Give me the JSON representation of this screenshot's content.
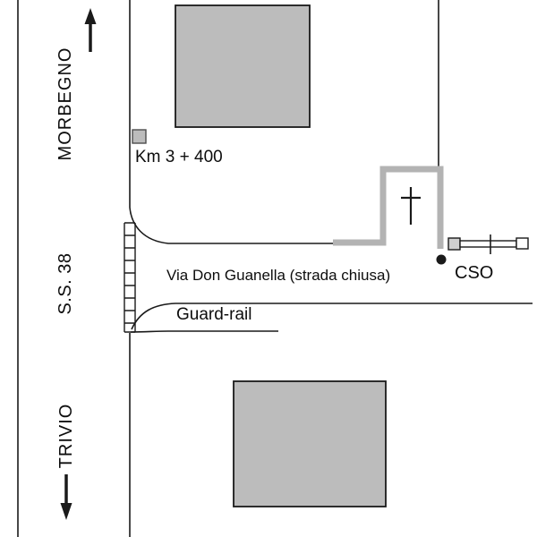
{
  "map": {
    "main_road": {
      "name": "S.S. 38",
      "direction_north": "MORBEGNO",
      "direction_south": "TRIVIO"
    },
    "side_road": {
      "name": "Via Don Guanella (strada chiusa)"
    },
    "guard_rail_label": "Guard-rail",
    "km_marker_label": "Km 3 + 400",
    "cso_label": "CSO"
  },
  "icons": {
    "north_arrow": "↑",
    "south_arrow": "↓",
    "church_cross": "†",
    "cso_marker": "●",
    "gate_barrier": "⊢–⊣"
  },
  "colors": {
    "background": "#ffffff",
    "line": "#1a1a1a",
    "building_fill": "#bcbcbc",
    "building_stroke": "#1a1a1a",
    "church_wall": "#b3b3b3",
    "km_square_fill": "#bcbcbc",
    "km_square_stroke": "#4d4d4d",
    "gate_fill": "#cfcfcf"
  }
}
